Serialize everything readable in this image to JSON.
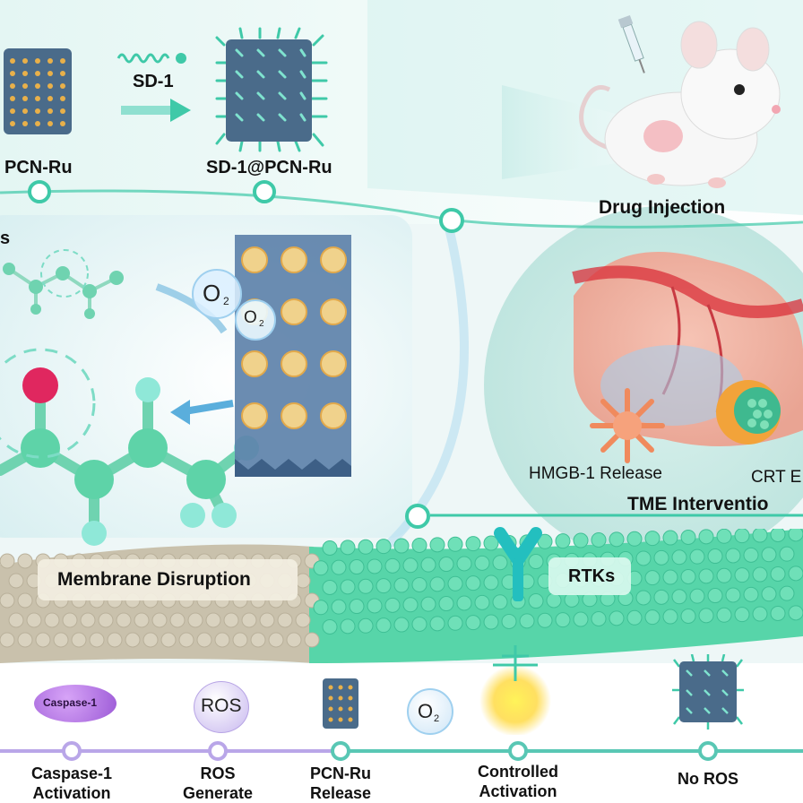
{
  "top": {
    "pcn_label": "PCN-Ru",
    "sd1_label": "SD-1",
    "sd1_pcn_label": "SD-1@PCN-Ru",
    "drug_injection": "Drug Injection"
  },
  "left_panel": {
    "edge_char": "s",
    "o2_big": "O",
    "o2_big_sub": "2",
    "o2_small": "O",
    "o2_small_sub": "2"
  },
  "tme": {
    "hmgb1": "HMGB-1 Release",
    "crt": "CRT E",
    "title": "TME Interventio"
  },
  "membrane": {
    "disruption": "Membrane Disruption",
    "rtks": "RTKs"
  },
  "timeline": {
    "items": [
      {
        "line1": "Caspase-1",
        "line2": "Activation",
        "icon_text": "Caspase-1"
      },
      {
        "line1": "ROS",
        "line2": "Generate",
        "icon_text": "ROS"
      },
      {
        "line1": "PCN-Ru",
        "line2": "Release"
      },
      {
        "line1": "Controlled",
        "line2": "Activation",
        "icon_text": "O",
        "icon_sub": "2"
      },
      {
        "line1": "No ROS",
        "line2": ""
      }
    ]
  },
  "colors": {
    "teal": "#3fc9a8",
    "beige": "#d9d2bf",
    "purple": "#9b59d6",
    "nanoparticle_blue": "#4a6b8a"
  }
}
